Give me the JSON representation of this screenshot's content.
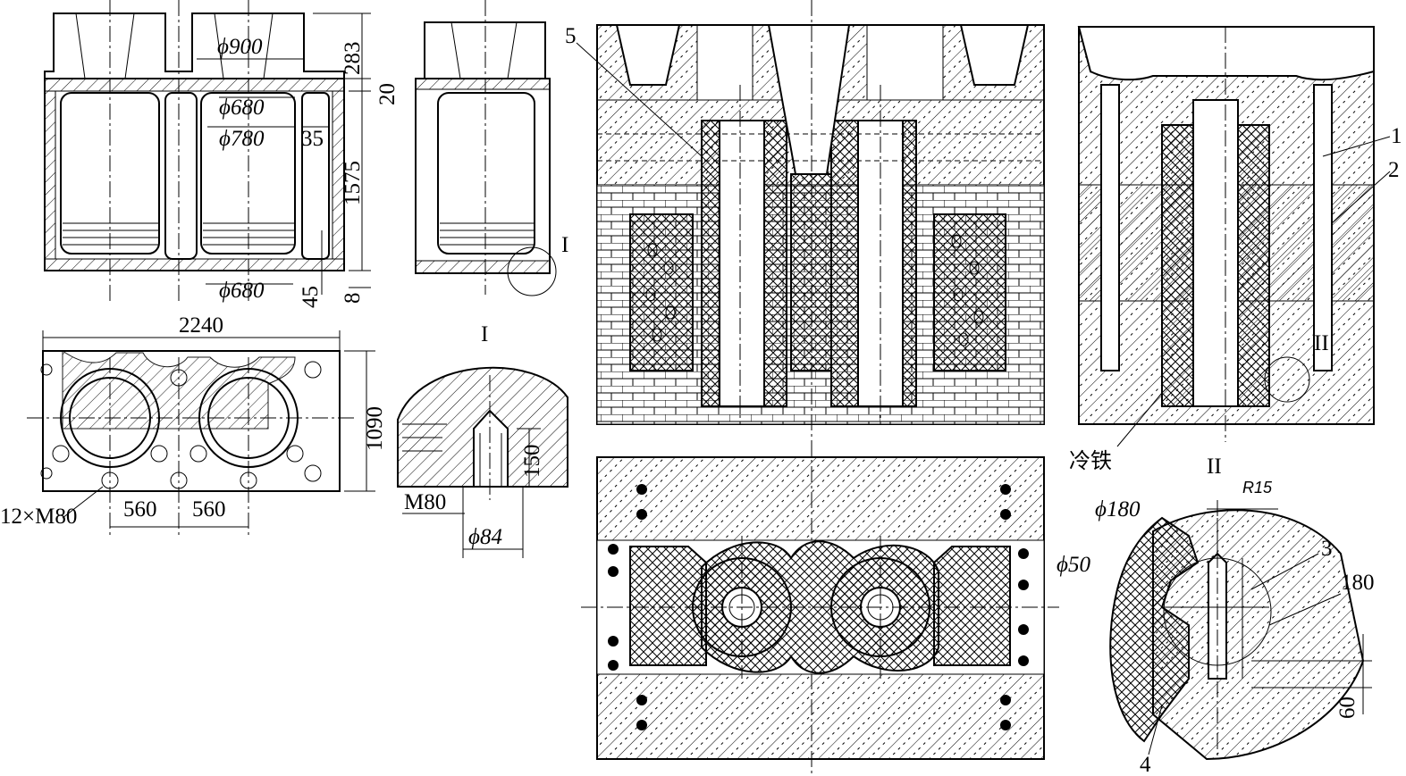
{
  "drawing": {
    "casting_views": {
      "dims_top": {
        "d900": "ϕ900",
        "d680_upper": "ϕ680",
        "d780": "ϕ780",
        "t35": "35",
        "h283": "283",
        "h20": "20",
        "h1575": "1575",
        "d680_lower": "ϕ680",
        "h45": "45",
        "h8": "8"
      },
      "dims_plan": {
        "w2240": "2240",
        "h1090": "1090",
        "bolts": "12×M80",
        "p560_a": "560",
        "p560_b": "560"
      }
    },
    "detail_I": {
      "marker": "I",
      "title": "I",
      "h150": "150",
      "thread": "M80",
      "d84": "ϕ84"
    },
    "mold": {
      "label_5": "5",
      "label_1": "1",
      "label_2": "2",
      "marker_II": "II",
      "chill_label": "冷铁"
    },
    "detail_II": {
      "title": "II",
      "r15": "R15",
      "d180": "ϕ180",
      "d50": "ϕ50",
      "label_3": "3",
      "dim_180": "180",
      "dim_60": "60",
      "label_4": "4"
    }
  }
}
